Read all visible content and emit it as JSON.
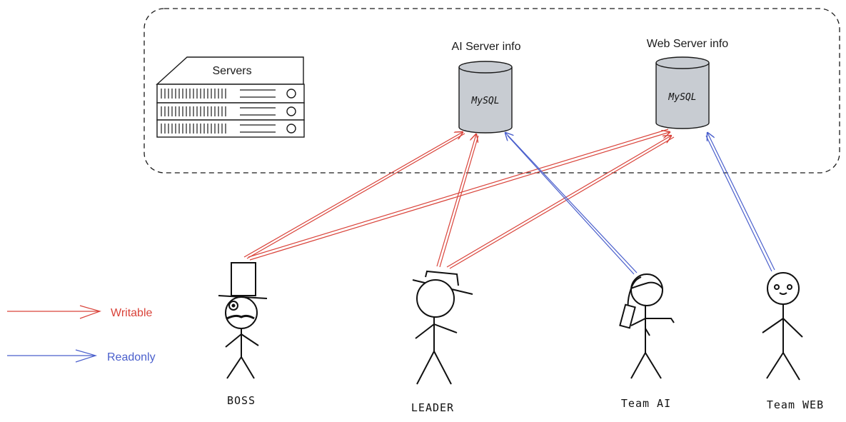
{
  "diagram": {
    "group_label": "Servers",
    "databases": [
      {
        "id": "ai",
        "title": "AI Server info",
        "engine": "MySQL"
      },
      {
        "id": "web",
        "title": "Web Server info",
        "engine": "MySQL"
      }
    ],
    "actors": [
      {
        "id": "boss",
        "label": "BOSS"
      },
      {
        "id": "leader",
        "label": "LEADER"
      },
      {
        "id": "team_ai",
        "label": "Team AI"
      },
      {
        "id": "team_web",
        "label": "Team WEB"
      }
    ],
    "connections": [
      {
        "from": "boss",
        "to": "ai",
        "type": "writable"
      },
      {
        "from": "boss",
        "to": "web",
        "type": "writable"
      },
      {
        "from": "leader",
        "to": "ai",
        "type": "writable"
      },
      {
        "from": "leader",
        "to": "web",
        "type": "writable"
      },
      {
        "from": "team_ai",
        "to": "ai",
        "type": "readonly"
      },
      {
        "from": "team_web",
        "to": "web",
        "type": "readonly"
      }
    ],
    "legend": {
      "writable": {
        "label": "Writable",
        "color": "#d9433a"
      },
      "readonly": {
        "label": "Readonly",
        "color": "#4a5fcc"
      }
    }
  }
}
